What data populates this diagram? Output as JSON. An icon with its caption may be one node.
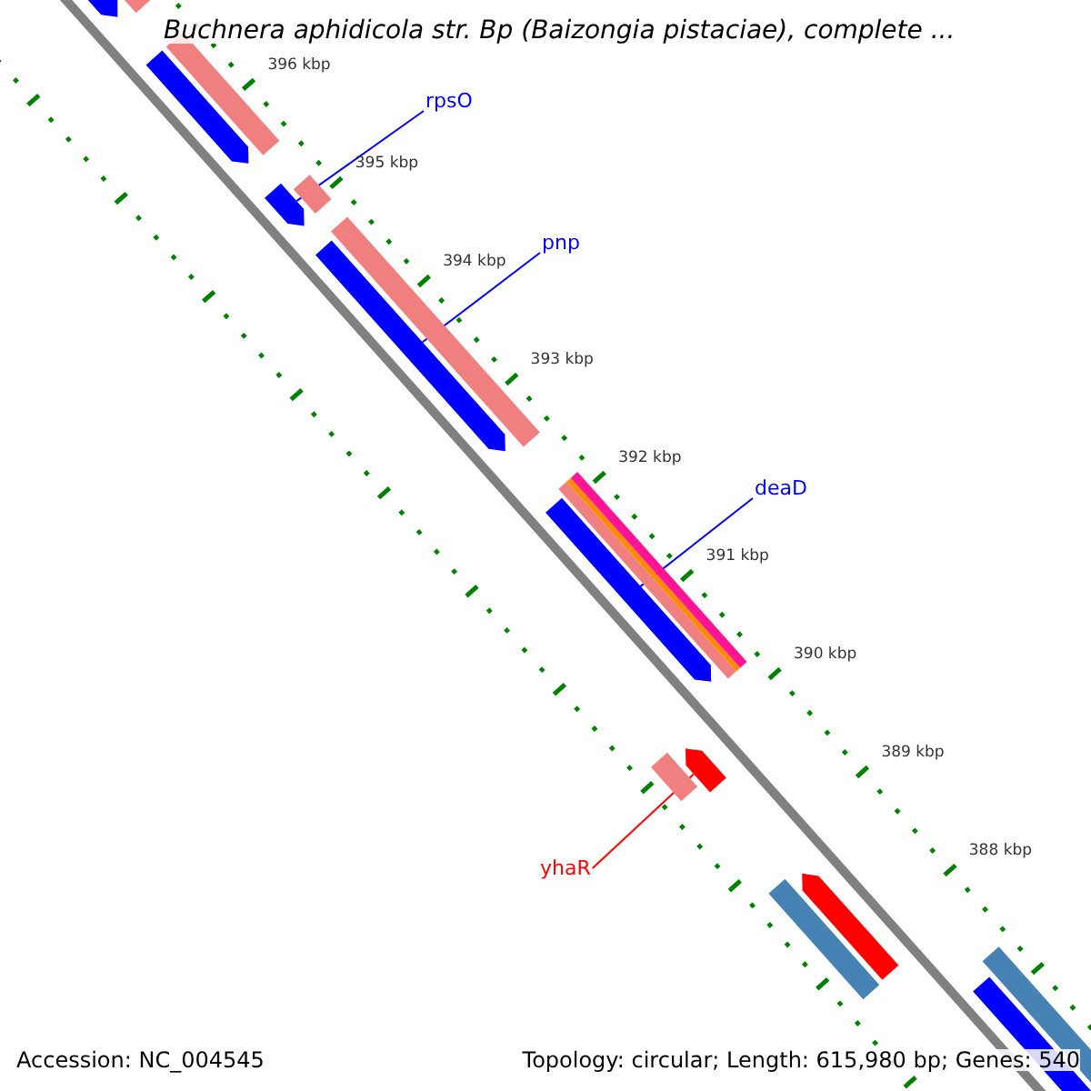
{
  "diagram": {
    "title": "Buchnera aphidicola str. Bp (Baizongia pistaciae), complete ...",
    "nodes": [
      {
        "text": [
          "rpsO"
        ]
      },
      {
        "text": [],
        "shape": "bar"
      },
      {
        "text": [
          "pnp"
        ]
      },
      {
        "text": [],
        "shape": "bar"
      },
      {
        "text": [
          "deaD"
        ]
      },
      {
        "text": [],
        "shape": "bar"
      },
      {
        "text": [
          "yhaR"
        ]
      },
      {
        "text": [],
        "shape": "bar"
      }
    ],
    "edges": [
      {
        "from": 0,
        "to": 1,
        "arrow": "none"
      },
      {
        "from": 2,
        "to": 3,
        "arrow": "none"
      },
      {
        "from": 4,
        "to": 5,
        "arrow": "none"
      },
      {
        "from": 6,
        "to": 7,
        "arrow": "none",
        "color": "#ff0000"
      }
    ],
    "labels": [
      "396 kbp",
      "395 kbp",
      "394 kbp",
      "393 kbp",
      "392 kbp",
      "391 kbp",
      "390 kbp",
      "389 kbp",
      "388 kbp",
      "Accession: NC_004545",
      "Topology: circular; Length: 615,980 bp; Genes: 540"
    ]
  }
}
